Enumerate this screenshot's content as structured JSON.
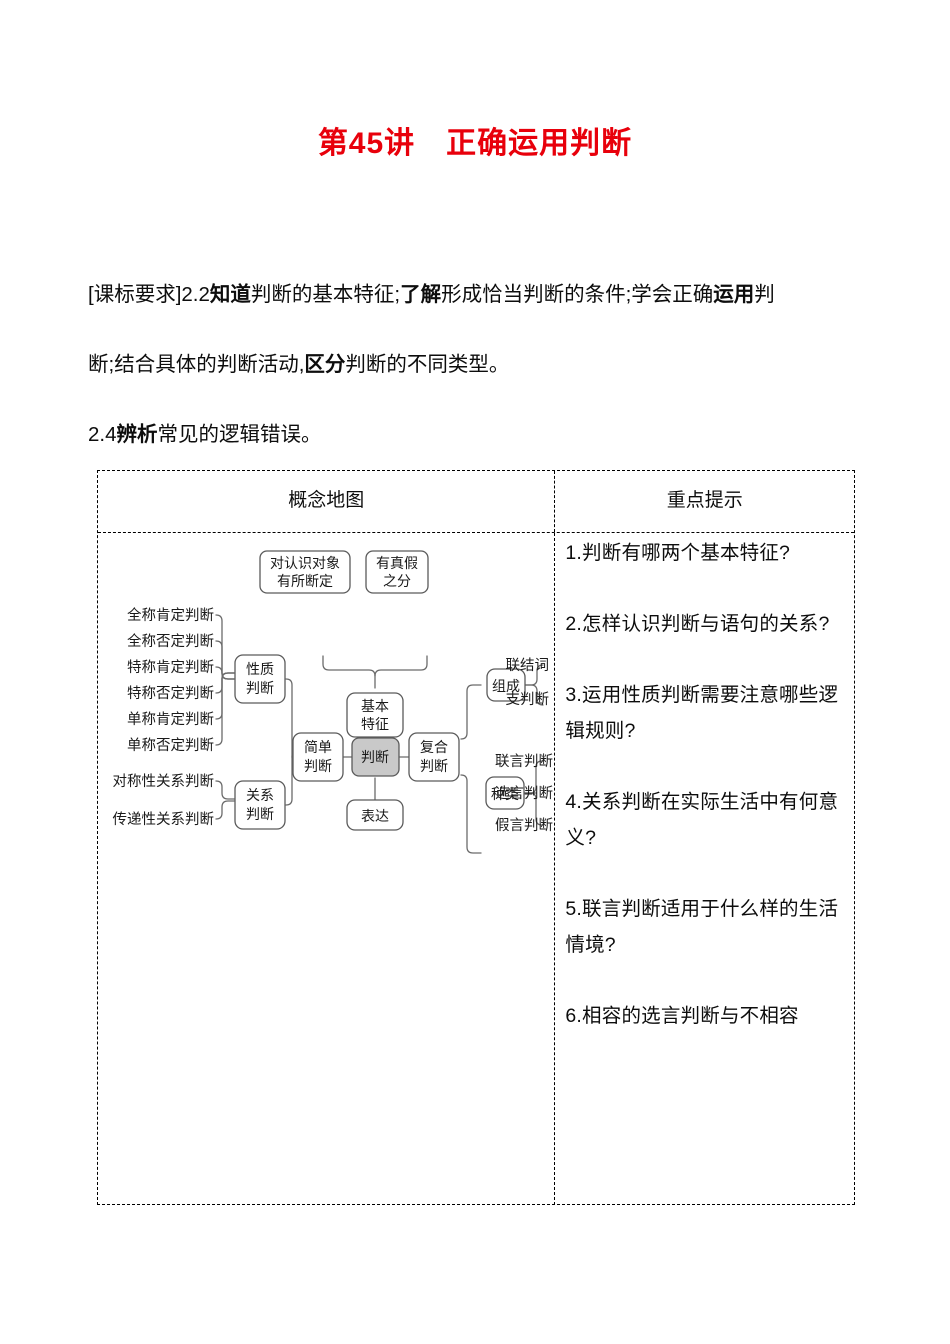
{
  "title": "第45讲　正确运用判断",
  "requirements": {
    "line1_prefix": "[课标要求]2.2 ",
    "line1_parts": [
      {
        "t": "[课标要求]2.2",
        "b": false
      },
      {
        "t": "知道",
        "b": true
      },
      {
        "t": "判断的基本特征;",
        "b": false
      },
      {
        "t": "了解",
        "b": true
      },
      {
        "t": "形成恰当判断的条件;学会正确",
        "b": false
      },
      {
        "t": "运用",
        "b": true
      },
      {
        "t": "判",
        "b": false
      }
    ],
    "line2_parts": [
      {
        "t": "断;结合具体的判断活动,",
        "b": false
      },
      {
        "t": "区分",
        "b": true
      },
      {
        "t": "判断的不同类型。",
        "b": false
      }
    ],
    "line3_parts": [
      {
        "t": "2.4",
        "b": false
      },
      {
        "t": "辨析",
        "b": true
      },
      {
        "t": "常见的逻辑错误。",
        "b": false
      }
    ]
  },
  "table": {
    "header_left": "概念地图",
    "header_right": "重点提示"
  },
  "key_points": [
    "1.判断有哪两个基本特征?",
    "2.怎样认识判断与语句的关系?",
    "3.运用性质判断需要注意哪些逻辑规则?",
    "4.关系判断在实际生活中有何意义?",
    "5.联言判断适用于什么样的生活情境?",
    "6.相容的选言判断与不相容"
  ],
  "concept_map": {
    "center": "判断",
    "nodes": {
      "basic_feature": "基本特征",
      "expression": "表达",
      "simple_judgment": "简单判断",
      "compound_judgment": "复合判断",
      "property_judgment": "性质判断",
      "relation_judgment": "关系判断",
      "composition": "组成",
      "kinds": "种类",
      "feature_a": "对认识对象有所断定",
      "feature_b": "有真假之分"
    },
    "property_leaves": [
      "全称肯定判断",
      "全称否定判断",
      "特称肯定判断",
      "特称否定判断",
      "单称肯定判断",
      "单称否定判断"
    ],
    "relation_leaves": [
      "对称性关系判断",
      "传递性关系判断"
    ],
    "composition_leaves": [
      "联结词",
      "支判断"
    ],
    "kinds_leaves": [
      "联言判断",
      "选言判断",
      "假言判断"
    ],
    "colors": {
      "center_fill": "#c9c9c9",
      "node_stroke": "#555555",
      "line": "#666666"
    }
  }
}
